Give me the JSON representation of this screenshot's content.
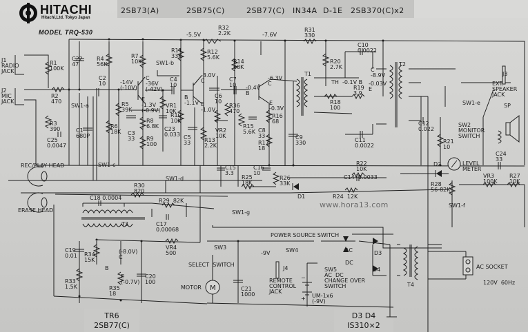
{
  "header": {
    "brand": "HITACHI",
    "brand_sub": "Hitachi,Ltd. Tokyo Japan",
    "model": "MODEL TRQ-530",
    "transistors_header": [
      "2SB73(A)",
      "2SB75(C)",
      "2SB77(C)",
      "IN34A",
      "D-1E",
      "2SB370(C)x2"
    ]
  },
  "footer": {
    "tr6_line1": "TR6",
    "tr6_line2": "2SB77(C)",
    "diodes_line1": "D3  D4",
    "diodes_line2": "IS310×2"
  },
  "watermark": "www.hora13.com",
  "labels": {
    "j1": "J1\nRADIO\nJACK",
    "j2": "J2\nMIC\nJACK",
    "r1": "R1\n100K",
    "r2": "R2\n470",
    "r3": "R3\n390",
    "c25": "C25\n0.0047",
    "c22": "C22\n47",
    "c1": "C1\n680P",
    "sw1a": "SW1-a",
    "c2": "C2\n10",
    "r4": "R4\n56K",
    "r5": "R5\n39K",
    "r6": "R6\n18K",
    "r7": "R7\n10K",
    "tr1_b": "-14V\n(-10V)",
    "tr1_c": "C\n-36V\n(-42V)",
    "tr1_e": "E\n-1.3V\n(-0.9V)",
    "c3": "C3\n33",
    "r8": "R8\n6.8K",
    "r9": "R9\n100",
    "sw1b": "SW1-b",
    "c4": "C4\n10",
    "vr1": "VR1\n10K",
    "c23": "C23\n0.033",
    "r10": "R10\n10K",
    "v55": "-5.5V",
    "r32": "R32\n2.2K",
    "r11": "R11\n33K",
    "r12": "R12\n5.6K",
    "tr2_c": "-3.0V\nC",
    "tr2_b": "B\n-1.1V",
    "tr2_e": "E\n-1.0V",
    "c5": "C5\n33",
    "r13": "R13\n2.2K",
    "c6": "C6\n10",
    "vr2": "VR2\n10K",
    "r36": "R36\n470",
    "c7": "C7\n10",
    "v76": "-7.6V",
    "r14": "R14\n68K",
    "r15": "R15\n5.6K",
    "tr3_b": "-0.4V\nB",
    "tr3_c": "-6.3V\nC",
    "tr3_e": "E\n-0.3V",
    "r16": "R16\n68",
    "c8": "C8\n33",
    "r17": "R17\n18",
    "c9": "C9\n330",
    "r31": "R31\n330",
    "t1": "T1",
    "r20": "R20\n2.7K",
    "c10": "C10\n0.0022",
    "th": "TH",
    "tr4_b": "-0.1V B",
    "tr4_c": "C\n-8.9V",
    "tr4_e": "-0.03V\nE",
    "r19": "R19\n3.9",
    "r18": "R18\n100",
    "c11": "C11\n0.0022",
    "t2": "T2",
    "c12": "C12\n0.022",
    "j3": "J3",
    "ext_spk": "EXT.\nSPEAKER\nJACK",
    "sw1e": "SW1-e",
    "sp": "SP",
    "sw2": "SW2\nMONITOR\nSWITCH",
    "r21": "R21\n10",
    "c24": "C24\n33",
    "rec_play": "REC/PLAY HEAD",
    "erase_head": "ERASE HEAD",
    "sw1c": "SW1-c",
    "sw1d": "SW1-d",
    "c15": "C15\n3.3",
    "c16": "C16\n10",
    "r25": "R25\n18K",
    "r26": "R26\n33K",
    "d1": "D1",
    "r22": "R22\n10K",
    "c14": "C14  0.0033",
    "r24": "R24  12K",
    "d2": "D2",
    "level_meter": "LEVEL\nMETER",
    "r28": "R28\n56-82K",
    "sw1f": "SW1-f",
    "vr3": "VR3\n100K",
    "r27": "R27\n10K",
    "r30": "R30\n820",
    "c18": "C18 0.0004",
    "r29": "R29  82K",
    "c17": "C17\n0.00068",
    "sw1g": "SW1-g",
    "t3": "T3",
    "c19": "C19\n0.01",
    "r34": "R34\n15K",
    "r33": "R33\n1.5K",
    "r35": "R35\n18",
    "tr6_c": "(-8.0V)\nC",
    "tr6_e": "E\n(-0.7V)",
    "tr6_b": "B",
    "c20": "C20\n100",
    "vr4": "VR4\n500",
    "power_source_switch": "POWER SOURCE SWITCH",
    "sw3": "SW3",
    "select_switch": "SELECT  SWITCH",
    "v9": "-9V",
    "sw4": "SW4",
    "j4": "J4",
    "remote_jack": "REMOTE\nCONTROL\nJACK",
    "motor": "MOTOR",
    "motor_symbol": "M",
    "c21": "C21\n1000",
    "ac": "AC",
    "dc": "DC",
    "sw5": "SW5\nAC  DC\nCHANGE OVER\nSWITCH",
    "battery": "UM-1x6\n(-9V)",
    "bat_minus": "−",
    "bat_plus": "+",
    "d3": "D3",
    "d4": "D4",
    "t4": "T4",
    "ac_socket": "AC SOCKET",
    "mains": "120V  60Hz"
  }
}
